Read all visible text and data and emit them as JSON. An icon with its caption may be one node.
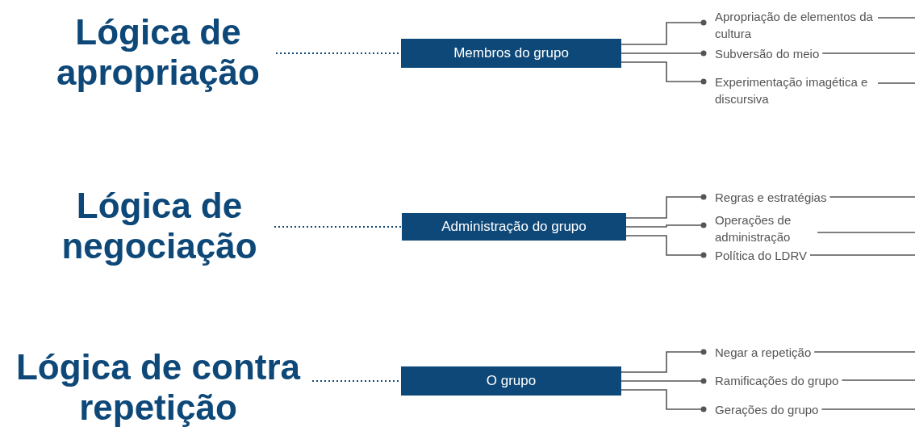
{
  "diagram": {
    "nodes": [
      {
        "text": [
          "Lógica de apropriação"
        ]
      },
      {
        "text": [
          "Membros do grupo"
        ]
      },
      {
        "text": [
          "Apropriação de elementos da cultura"
        ]
      },
      {
        "text": [
          "Subversão do meio"
        ]
      },
      {
        "text": [
          "Experimentação imagética e discursiva"
        ]
      },
      {
        "text": [
          "Lógica de negociação"
        ]
      },
      {
        "text": [
          "Administração do grupo"
        ]
      },
      {
        "text": [
          "Regras e estratégias"
        ]
      },
      {
        "text": [
          "Operações de administração"
        ]
      },
      {
        "text": [
          "Política do LDRV"
        ]
      },
      {
        "text": [
          "Lógica de contra repetição"
        ]
      },
      {
        "text": [
          "O grupo"
        ]
      },
      {
        "text": [
          "Negar a repetição"
        ]
      },
      {
        "text": [
          "Ramificações do grupo"
        ]
      },
      {
        "text": [
          "Gerações do grupo"
        ]
      }
    ],
    "edges": [
      {
        "from": 0,
        "to": 1,
        "arrow": "none",
        "style": "dashed"
      },
      {
        "from": 1,
        "to": 2,
        "arrow": "other"
      },
      {
        "from": 1,
        "to": 3,
        "arrow": "other"
      },
      {
        "from": 1,
        "to": 4,
        "arrow": "other"
      },
      {
        "from": 2,
        "to": null,
        "arrow": "none"
      },
      {
        "from": 3,
        "to": null,
        "arrow": "none"
      },
      {
        "from": 4,
        "to": null,
        "arrow": "none"
      },
      {
        "from": 5,
        "to": 6,
        "arrow": "none",
        "style": "dashed"
      },
      {
        "from": 6,
        "to": 7,
        "arrow": "other"
      },
      {
        "from": 6,
        "to": 8,
        "arrow": "other"
      },
      {
        "from": 6,
        "to": 9,
        "arrow": "other"
      },
      {
        "from": 7,
        "to": null,
        "arrow": "none"
      },
      {
        "from": 8,
        "to": null,
        "arrow": "none"
      },
      {
        "from": 9,
        "to": null,
        "arrow": "none"
      },
      {
        "from": 10,
        "to": 11,
        "arrow": "none",
        "style": "dashed"
      },
      {
        "from": 11,
        "to": 12,
        "arrow": "other"
      },
      {
        "from": 11,
        "to": 13,
        "arrow": "other"
      },
      {
        "from": 11,
        "to": 14,
        "arrow": "other"
      },
      {
        "from": 12,
        "to": null,
        "arrow": "none"
      },
      {
        "from": 13,
        "to": null,
        "arrow": "none"
      },
      {
        "from": 14,
        "to": null,
        "arrow": "none"
      }
    ]
  }
}
